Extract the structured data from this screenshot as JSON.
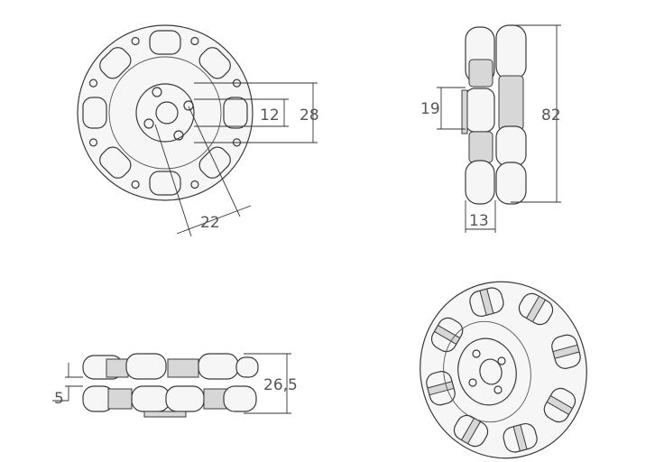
{
  "dimensions": {
    "front_inner": "12",
    "front_outer": "28",
    "front_bolt": "22",
    "side_hub": "19",
    "side_height": "82",
    "side_width": "13",
    "top_roller": "5",
    "top_height": "26,5"
  },
  "colors": {
    "line": "#3a3a3a",
    "text": "#555555",
    "fill": "#f6f6f6",
    "shade": "#d7d7d7"
  }
}
